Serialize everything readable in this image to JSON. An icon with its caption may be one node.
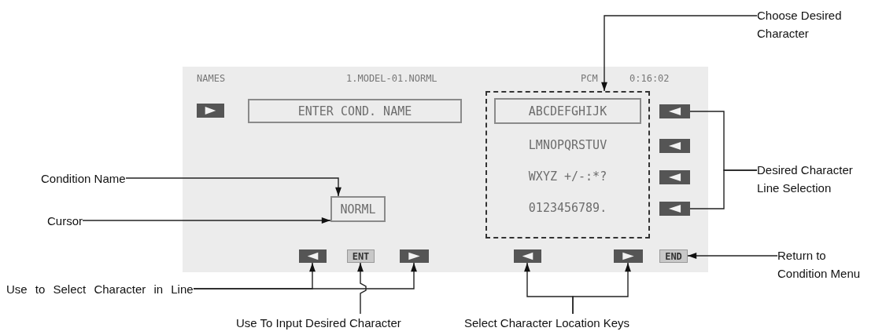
{
  "diagram": {
    "nodes": [
      {
        "text": [
          "NAMES",
          "1.MODEL-01.NORML",
          "PCM",
          "0:16:02"
        ]
      },
      {
        "text": [],
        "shape": "box",
        "in": 0
      },
      {
        "text": [
          "ENTER COND. NAME"
        ],
        "in": 0
      },
      {
        "text": [],
        "shape": "box",
        "in": 0
      },
      {
        "text": [
          "ABCDEFGHIJK"
        ],
        "in": 3
      },
      {
        "text": [
          "LMNOPQRSTUV"
        ],
        "in": 3
      },
      {
        "text": [
          "WXYZ +/-:*?"
        ],
        "in": 3
      },
      {
        "text": [
          "0123456789."
        ],
        "in": 3
      },
      {
        "text": [],
        "shape": "box",
        "in": 0
      },
      {
        "text": [],
        "shape": "box",
        "in": 0
      },
      {
        "text": [],
        "shape": "box",
        "in": 0
      },
      {
        "text": [],
        "shape": "box",
        "in": 0
      },
      {
        "text": [
          "NORML"
        ],
        "in": 0
      },
      {
        "text": [],
        "shape": "box",
        "in": 0
      },
      {
        "text": [
          "ENT"
        ],
        "in": 0
      },
      {
        "text": [],
        "shape": "box",
        "in": 0
      },
      {
        "text": [],
        "shape": "box",
        "in": 0
      },
      {
        "text": [],
        "shape": "box",
        "in": 0
      },
      {
        "text": [
          "END"
        ],
        "in": 0
      },
      {
        "text": [
          "Choose Desired Character"
        ]
      },
      {
        "text": [
          "Desired Character Line Selection"
        ]
      },
      {
        "text": [
          "Condition Name"
        ]
      },
      {
        "text": [
          "Cursor"
        ]
      },
      {
        "text": [
          "Use to Select Character in Line"
        ]
      },
      {
        "text": [
          "Use To Input Desired Character"
        ]
      },
      {
        "text": [
          "Select Character Location Keys"
        ]
      },
      {
        "text": [
          "Return to Condition Menu"
        ]
      }
    ],
    "edges": [
      {
        "from": 19,
        "to": 3,
        "arrow": "to"
      },
      {
        "from": 20,
        "to": 8,
        "arrow": "none"
      },
      {
        "from": 20,
        "to": 11,
        "arrow": "none"
      },
      {
        "from": 21,
        "to": 12,
        "arrow": "to"
      },
      {
        "from": 22,
        "to": 12,
        "arrow": "to"
      },
      {
        "from": 23,
        "to": 13,
        "arrow": "to"
      },
      {
        "from": 23,
        "to": 15,
        "arrow": "to"
      },
      {
        "from": 24,
        "to": 14,
        "arrow": "to"
      },
      {
        "from": 25,
        "to": 16,
        "arrow": "to"
      },
      {
        "from": 25,
        "to": 17,
        "arrow": "to"
      },
      {
        "from": 26,
        "to": 18,
        "arrow": "to"
      }
    ]
  }
}
